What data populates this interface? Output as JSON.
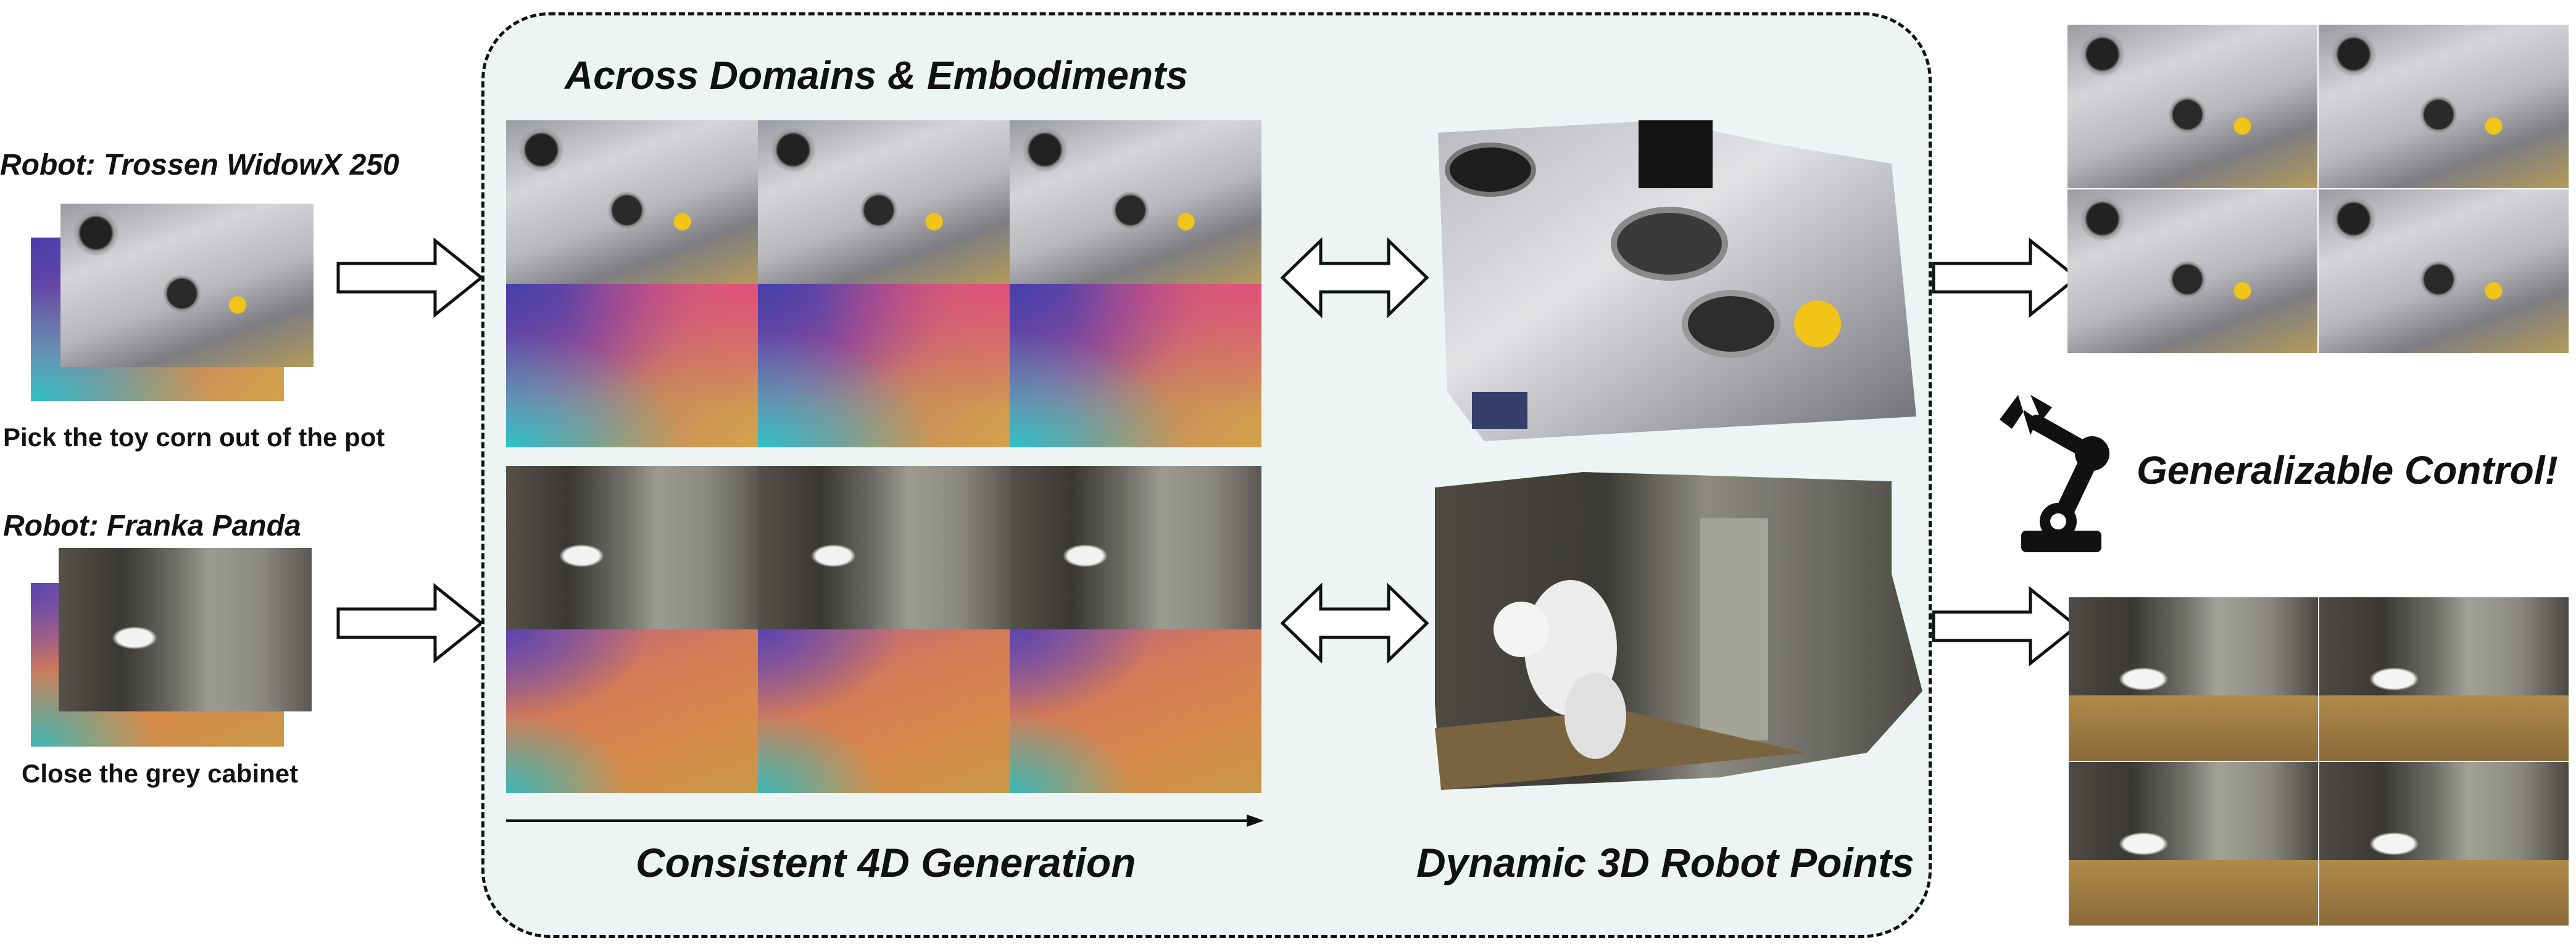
{
  "labels": {
    "robot1": "Robot: Trossen WidowX 250",
    "task1": "Pick the toy corn out of the pot",
    "robot2": "Robot: Franka Panda",
    "task2": "Close the grey cabinet",
    "panel_title": "Across Domains & Embodiments",
    "generation": "Consistent 4D Generation",
    "points": "Dynamic 3D Robot Points",
    "control": "Generalizable Control!"
  },
  "icons": {
    "arrow": "right-arrow-icon",
    "double_arrow": "double-arrow-icon",
    "robot_arm": "robot-arm-icon"
  }
}
